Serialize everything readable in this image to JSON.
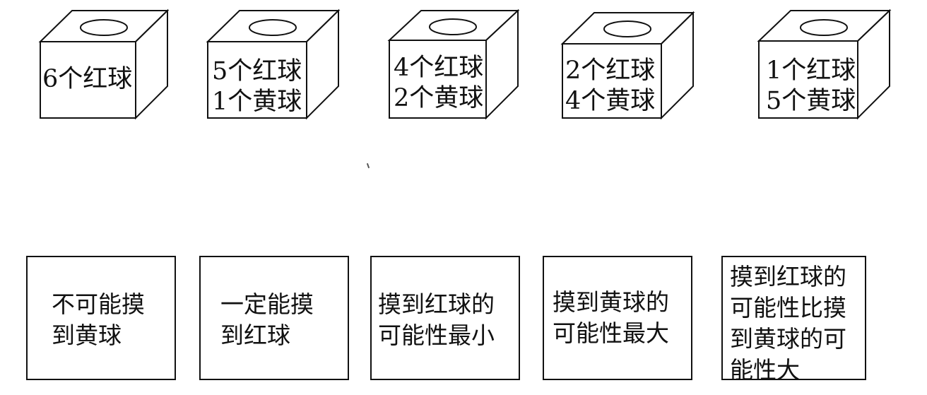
{
  "boxes": [
    {
      "lines": [
        "6个红球"
      ]
    },
    {
      "lines": [
        "5个红球",
        "1个黄球"
      ]
    },
    {
      "lines": [
        "4个红球",
        "2个黄球"
      ]
    },
    {
      "lines": [
        "2个红球",
        "4个黄球"
      ]
    },
    {
      "lines": [
        "1个红球",
        "5个黄球"
      ]
    }
  ],
  "cards": [
    {
      "lines": [
        "不可能摸",
        "到黄球"
      ]
    },
    {
      "lines": [
        "一定能摸",
        "到红球"
      ]
    },
    {
      "lines": [
        "摸到红球的",
        "可能性最小"
      ]
    },
    {
      "lines": [
        "摸到黄球的",
        "可能性最大"
      ]
    },
    {
      "lines": [
        "摸到红球的",
        "可能性比摸",
        "到黄球的可",
        "能性大"
      ]
    }
  ]
}
